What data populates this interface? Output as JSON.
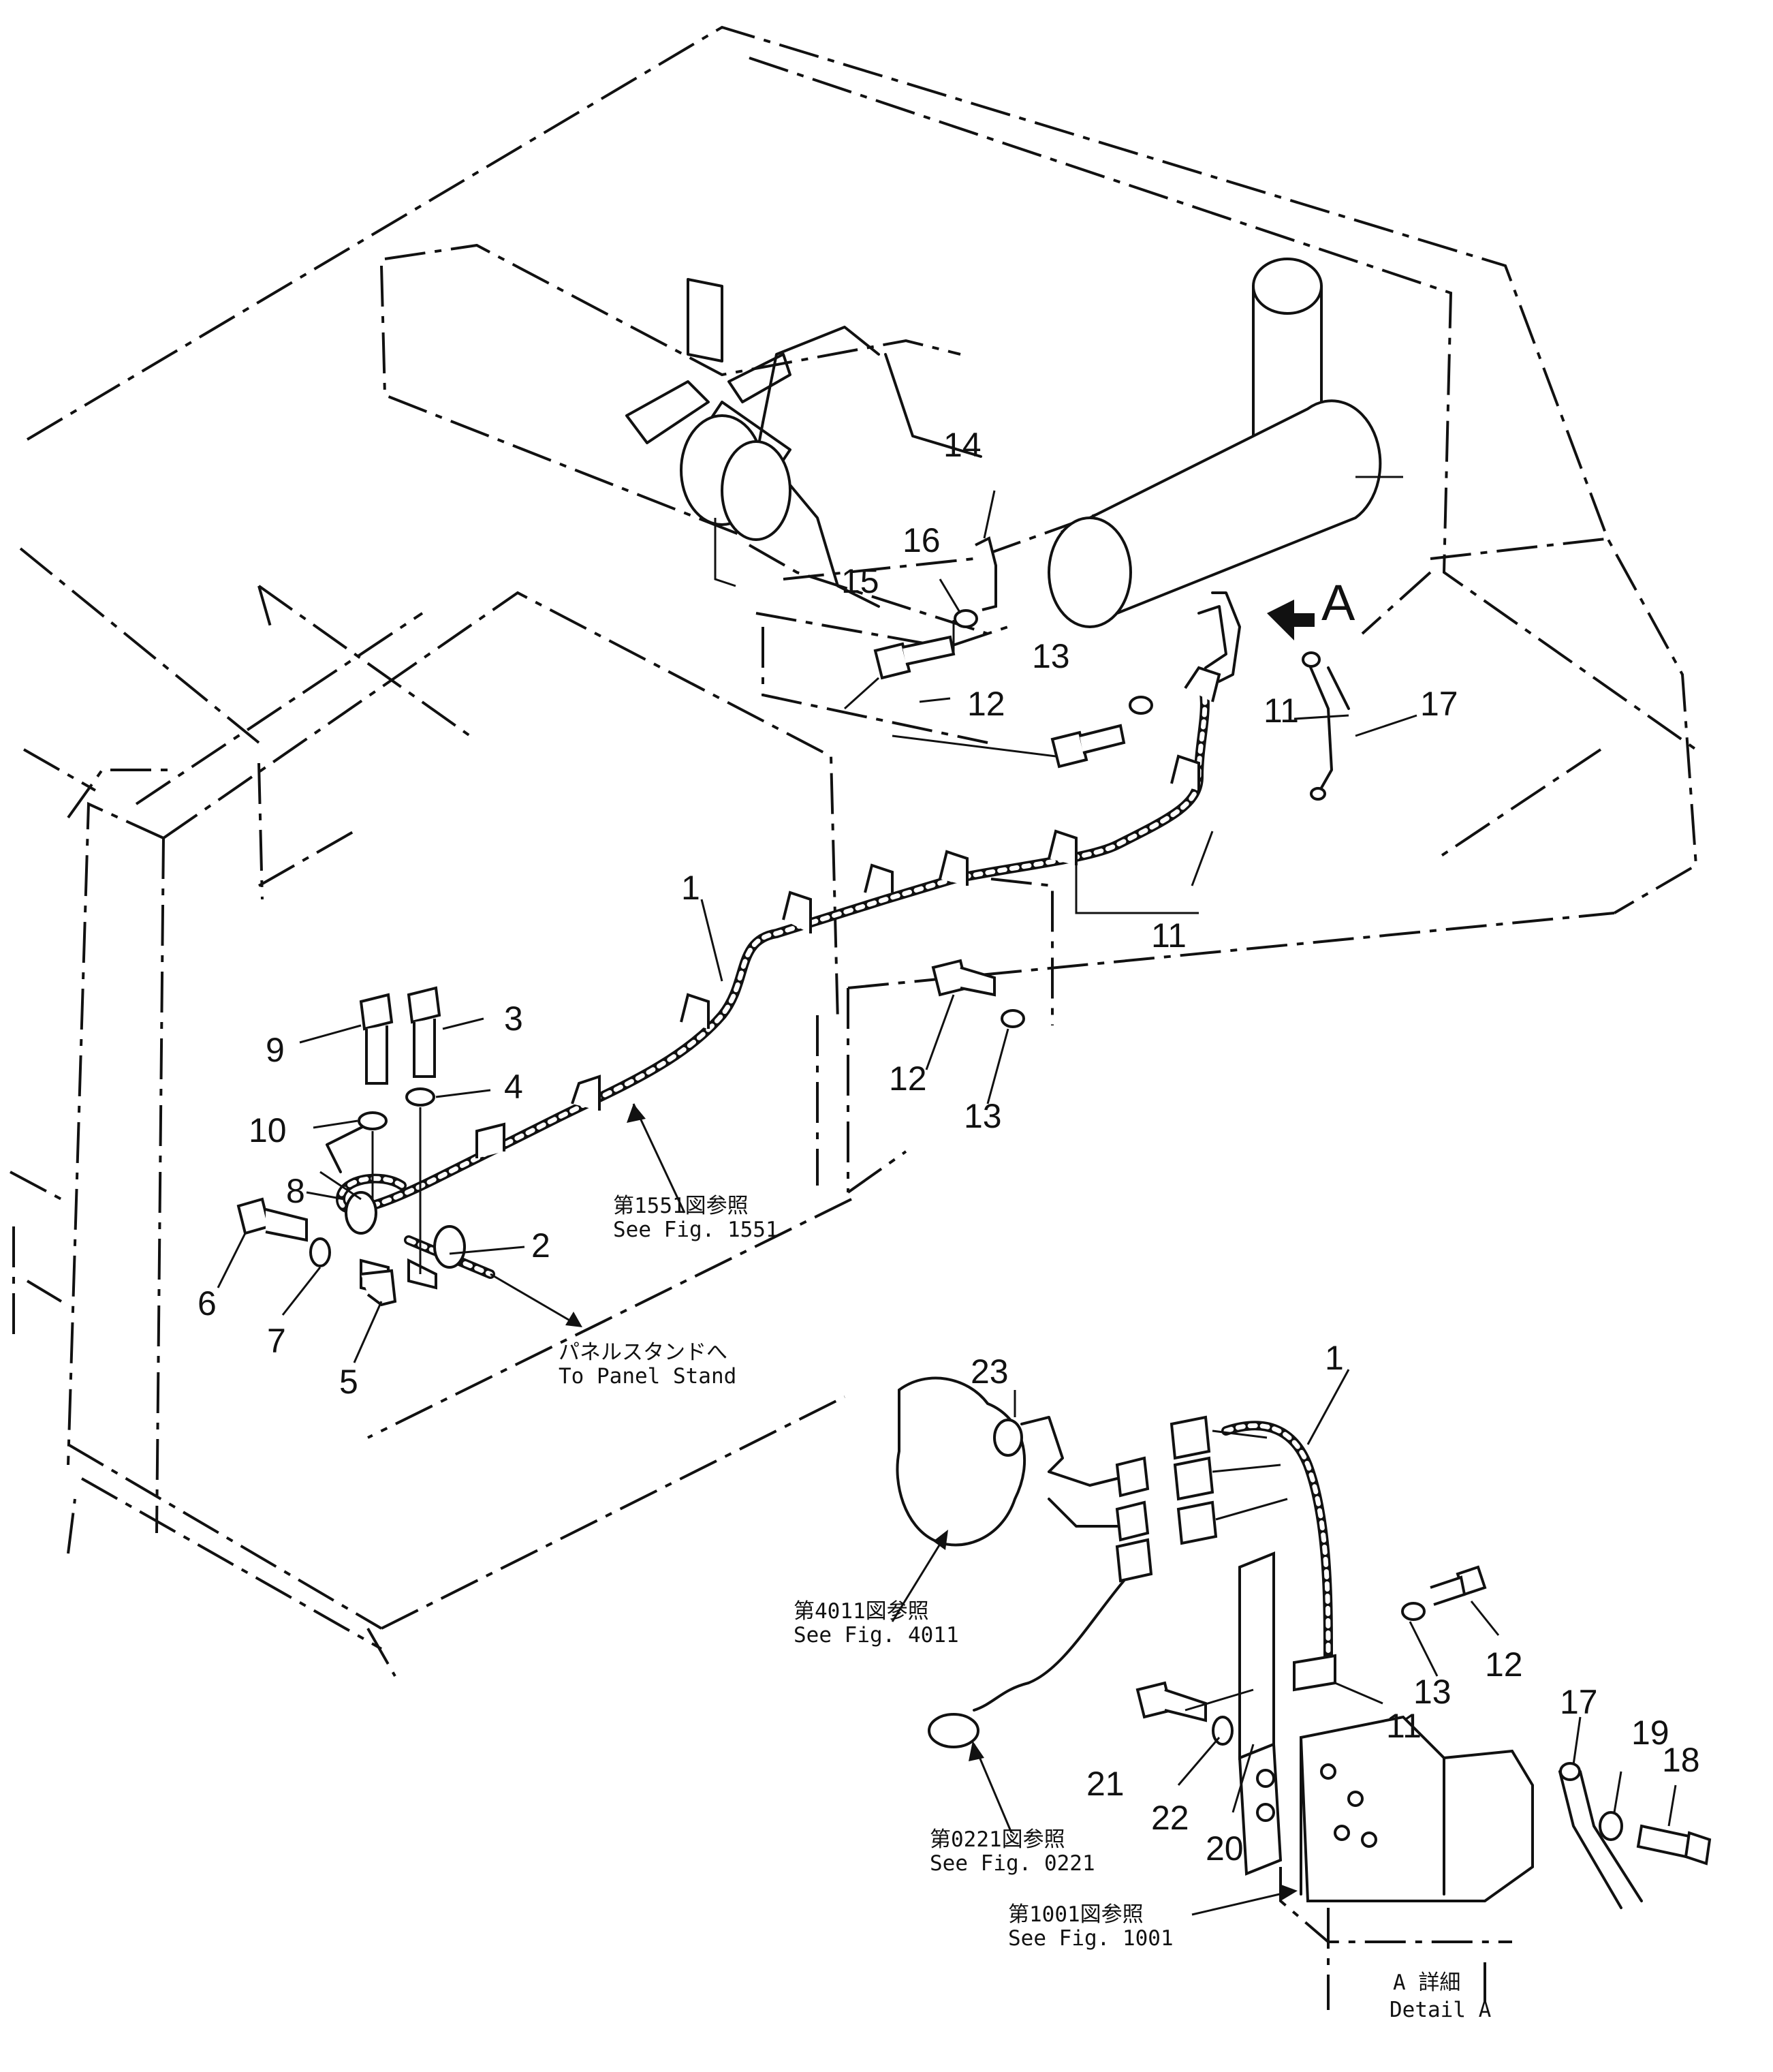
{
  "diagram": {
    "part_numbers": {
      "p1": "1",
      "p1b": "1",
      "p2": "2",
      "p3": "3",
      "p4": "4",
      "p5": "5",
      "p6": "6",
      "p7": "7",
      "p8": "8",
      "p9": "9",
      "p10": "10",
      "p11a": "11",
      "p11b": "11",
      "p11c": "11",
      "p12a": "12",
      "p12b": "12",
      "p12c": "12",
      "p13a": "13",
      "p13b": "13",
      "p13c": "13",
      "p14": "14",
      "p15": "15",
      "p16": "16",
      "p17a": "17",
      "p17b": "17",
      "p18": "18",
      "p19": "19",
      "p20": "20",
      "p21": "21",
      "p22": "22",
      "p23": "23"
    },
    "view_arrow_label": "A",
    "references": {
      "fig1551_jp": "第1551図参照",
      "fig1551_en": "See Fig. 1551",
      "panel_jp": "パネルスタンドへ",
      "panel_en": "To Panel Stand",
      "fig4011_jp": "第4011図参照",
      "fig4011_en": "See Fig. 4011",
      "fig0221_jp": "第0221図参照",
      "fig0221_en": "See Fig. 0221",
      "fig1001_jp": "第1001図参照",
      "fig1001_en": "See Fig. 1001",
      "detail_jp": "A 詳細",
      "detail_en": "Detail A"
    }
  }
}
